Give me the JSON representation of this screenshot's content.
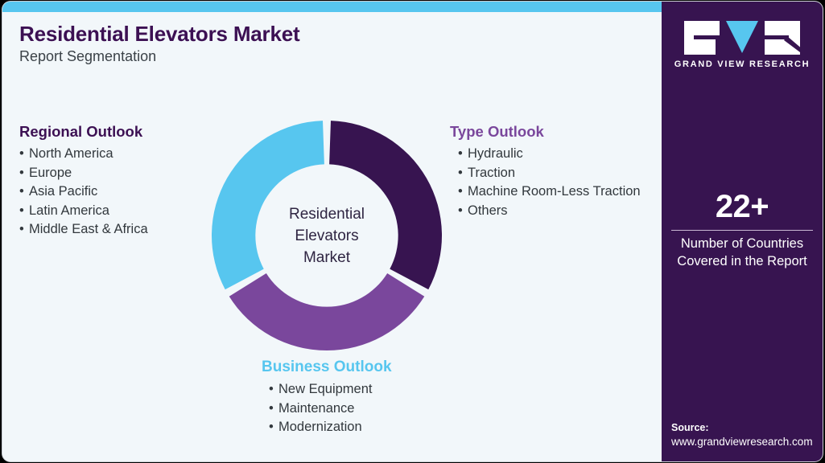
{
  "header": {
    "title": "Residential Elevators Market",
    "subtitle": "Report Segmentation"
  },
  "colors": {
    "accent_blue": "#57c6ef",
    "dark_purple": "#371450",
    "mid_purple": "#7a479c",
    "page_bg": "#f2f7fa",
    "text_dark": "#32383d"
  },
  "donut": {
    "center_line1": "Residential",
    "center_line2": "Elevators",
    "center_line3": "Market"
  },
  "chart_data": {
    "type": "pie",
    "title": "Residential Elevators Market",
    "subtitle": "Report Segmentation",
    "categories": [
      "Regional Outlook",
      "Type Outlook",
      "Business Outlook"
    ],
    "values": [
      33.3,
      33.3,
      33.3
    ],
    "colors": [
      "#371450",
      "#7a479c",
      "#57c6ef"
    ],
    "center_label": "Residential Elevators Market",
    "legend": "labels-around-chart",
    "donut": true,
    "inner_radius_ratio": 0.62
  },
  "segments": {
    "regional": {
      "title": "Regional Outlook",
      "color": "#3c1053",
      "items": [
        "North America",
        "Europe",
        "Asia Pacific",
        "Latin America",
        "Middle East & Africa"
      ]
    },
    "type": {
      "title": "Type Outlook",
      "color": "#7a479c",
      "items": [
        "Hydraulic",
        "Traction",
        "Machine Room-Less Traction",
        "Others"
      ]
    },
    "business": {
      "title": "Business Outlook",
      "color": "#57c6ef",
      "items": [
        "New Equipment",
        "Maintenance",
        "Modernization"
      ]
    }
  },
  "sidebar": {
    "logo_word": "GRAND VIEW RESEARCH",
    "stat_value": "22+",
    "stat_label_line1": "Number of Countries",
    "stat_label_line2": "Covered in the Report",
    "source_title": "Source:",
    "source_url": "www.grandviewresearch.com"
  },
  "bullet": "•"
}
